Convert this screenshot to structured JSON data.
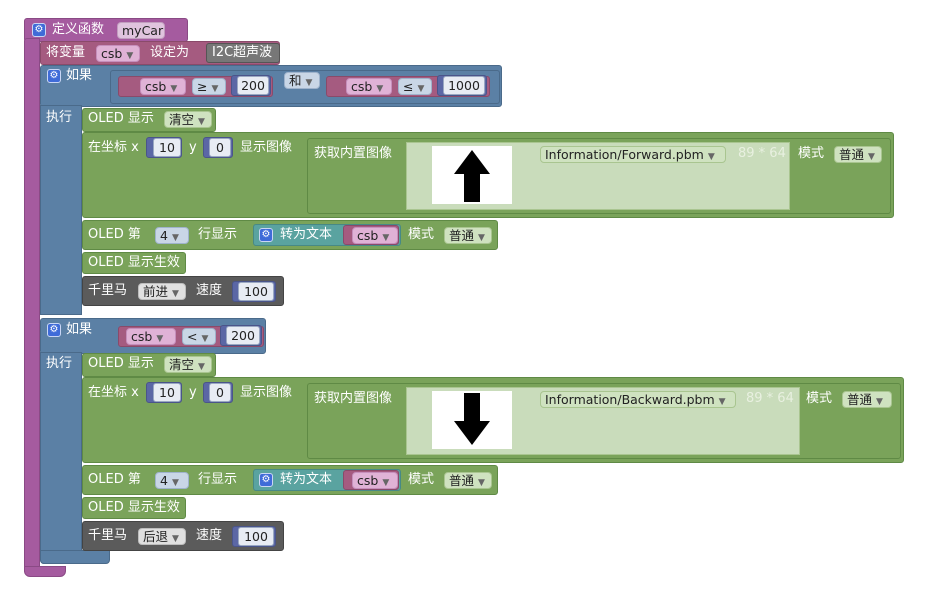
{
  "define_fn": {
    "label": "定义函数",
    "name": "myCar"
  },
  "set_var": {
    "prefix": "将变量",
    "var": "csb",
    "middle": "设定为",
    "value": "I2C超声波"
  },
  "if1": {
    "label": "如果",
    "lhs_var": "csb",
    "op1": "≥",
    "val1": "200",
    "and": "和",
    "rhs_var": "csb",
    "op2": "≤",
    "val2": "1000",
    "exec": "执行",
    "oled_label": "OLED 显示",
    "oled_action": "清空",
    "coord_label": "在坐标 x",
    "x": "10",
    "y_label": "y",
    "y": "0",
    "show_img": "显示图像",
    "get_img": "获取内置图像",
    "file": "Information/Forward.pbm",
    "size": "89 * 64",
    "mode_label": "模式",
    "mode": "普通",
    "line_label": "OLED 第",
    "line": "4",
    "row_show": "行显示",
    "to_text": "转为文本",
    "text_var": "csb",
    "mode2": "普通",
    "commit": "OLED 显示生效",
    "car_label": "千里马",
    "car_dir": "前进",
    "speed_label": "速度",
    "speed": "100"
  },
  "if2": {
    "label": "如果",
    "lhs_var": "csb",
    "op": "<",
    "val": "200",
    "exec": "执行",
    "oled_label": "OLED 显示",
    "oled_action": "清空",
    "coord_label": "在坐标 x",
    "x": "10",
    "y_label": "y",
    "y": "0",
    "show_img": "显示图像",
    "get_img": "获取内置图像",
    "file": "Information/Backward.pbm",
    "size": "89 * 64",
    "mode_label": "模式",
    "mode": "普通",
    "line_label": "OLED 第",
    "line": "4",
    "row_show": "行显示",
    "to_text": "转为文本",
    "text_var": "csb",
    "mode2": "普通",
    "commit": "OLED 显示生效",
    "car_label": "千里马",
    "car_dir": "后退",
    "speed_label": "速度",
    "speed": "100"
  },
  "colors": {
    "procedure": "#a55b9f",
    "logic": "#5b80a5",
    "display": "#7aa35a",
    "motor": "#5b5b5b",
    "text": "#5aa3a0",
    "variable": "#a55b80",
    "math": "#5b67a5"
  }
}
